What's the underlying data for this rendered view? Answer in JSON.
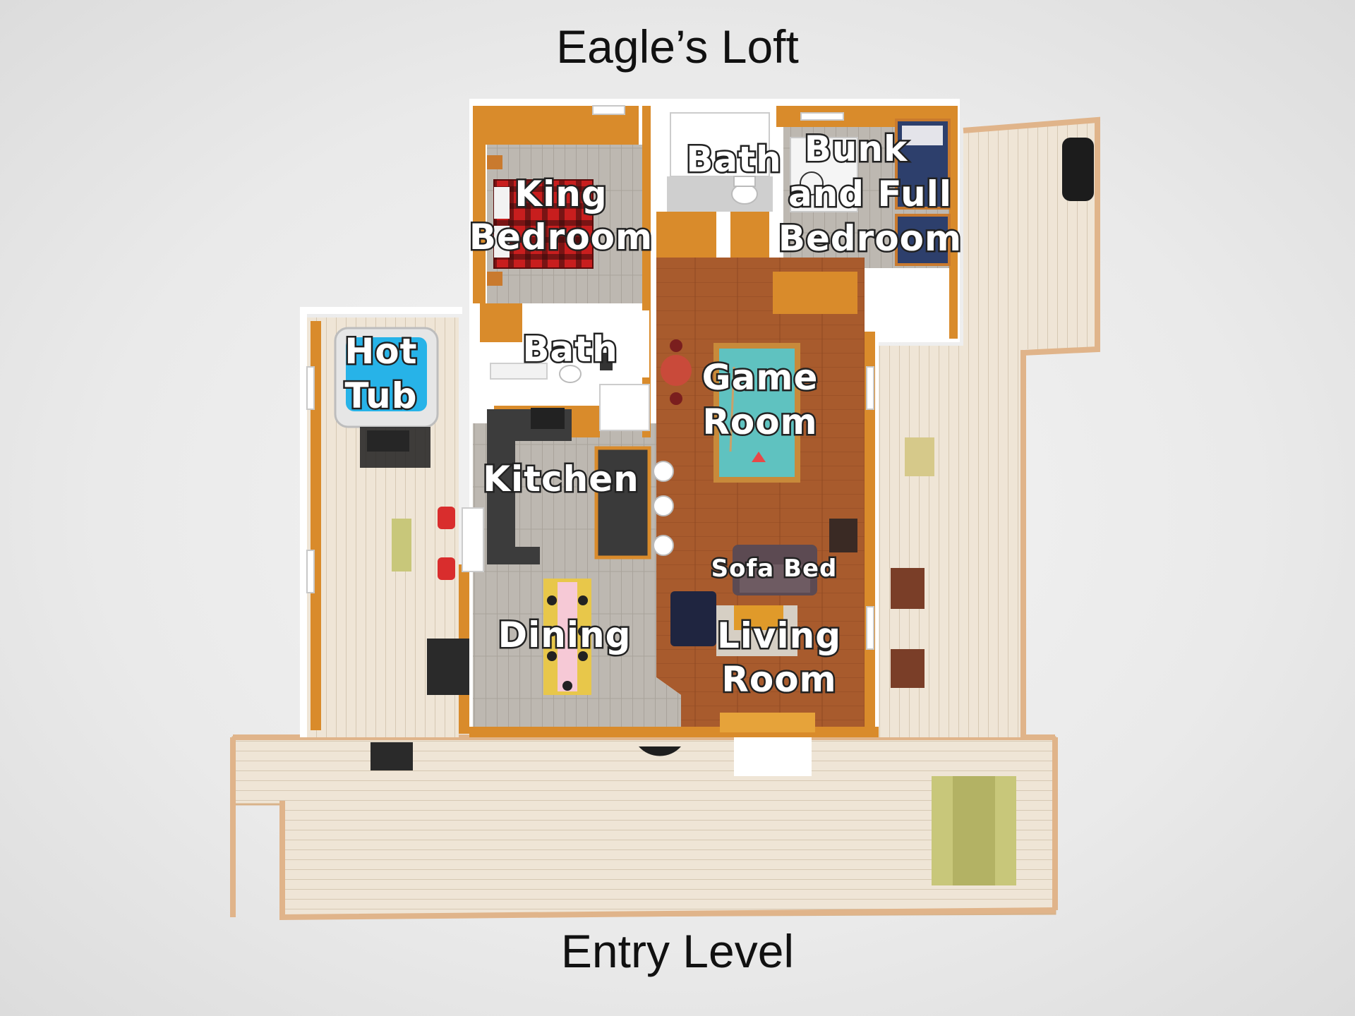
{
  "header": {
    "title": "Eagle’s Loft"
  },
  "footer": {
    "subtitle": "Entry Level"
  },
  "rooms": {
    "king_bedroom": {
      "line1": "King",
      "line2": "Bedroom"
    },
    "bath_upper": {
      "label": "Bath"
    },
    "bunk_bedroom": {
      "line1": "Bunk",
      "line2": "and Full",
      "line3": "Bedroom"
    },
    "hot_tub": {
      "line1": "Hot",
      "line2": "Tub"
    },
    "bath_middle": {
      "label": "Bath"
    },
    "game_room": {
      "line1": "Game",
      "line2": "Room"
    },
    "kitchen": {
      "label": "Kitchen"
    },
    "sofa_bed": {
      "label": "Sofa Bed"
    },
    "dining": {
      "label": "Dining"
    },
    "living_room": {
      "line1": "Living",
      "line2": "Room"
    }
  },
  "colors": {
    "wall": "#ffffff",
    "wood_wall": "#d98b2b",
    "deck": "#eee3d3",
    "floor_wood": "#a65a2c",
    "floor_gray": "#b9b4ad",
    "pool_table": "#5fc2c0",
    "hot_tub_water": "#2ab3e6",
    "bed_plaid": "#c81e1e"
  }
}
